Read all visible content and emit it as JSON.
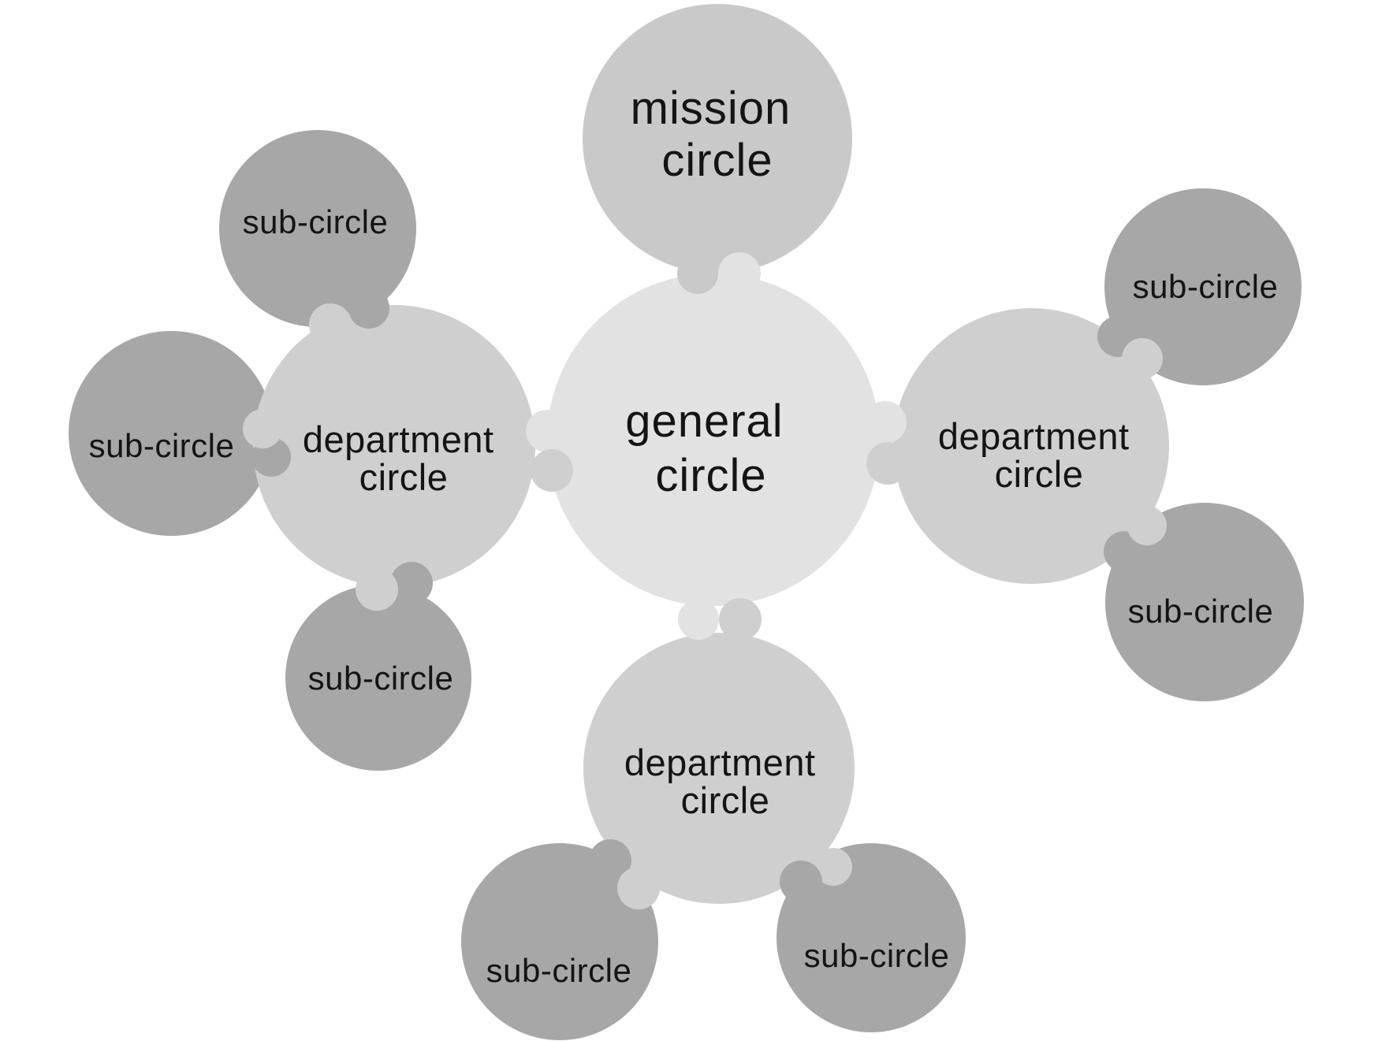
{
  "diagram": {
    "description_role": "organizational circle structure diagram",
    "colors": {
      "background": "#ffffff",
      "general": "#e2e2e2",
      "mission": "#c9c9c9",
      "department": "#cfcfcf",
      "sub": "#a7a7a7",
      "text": "#141414"
    },
    "nodes": {
      "general": {
        "line1": "general",
        "line2": "circle"
      },
      "mission": {
        "line1": "mission",
        "line2": "circle"
      },
      "department_left": {
        "line1": "department",
        "line2": "circle"
      },
      "department_right": {
        "line1": "department",
        "line2": "circle"
      },
      "department_bottom": {
        "line1": "department",
        "line2": "circle"
      },
      "sub_top_left": {
        "label": "sub-circle"
      },
      "sub_left": {
        "label": "sub-circle"
      },
      "sub_bottom_left": {
        "label": "sub-circle"
      },
      "sub_right_top": {
        "label": "sub-circle"
      },
      "sub_right_bottom": {
        "label": "sub-circle"
      },
      "sub_bottom_1": {
        "label": "sub-circle"
      },
      "sub_bottom_2": {
        "label": "sub-circle"
      }
    },
    "links": [
      {
        "from": "general",
        "to": "mission"
      },
      {
        "from": "general",
        "to": "department_left"
      },
      {
        "from": "general",
        "to": "department_right"
      },
      {
        "from": "general",
        "to": "department_bottom"
      },
      {
        "from": "department_left",
        "to": "sub_top_left"
      },
      {
        "from": "department_left",
        "to": "sub_left"
      },
      {
        "from": "department_left",
        "to": "sub_bottom_left"
      },
      {
        "from": "department_right",
        "to": "sub_right_top"
      },
      {
        "from": "department_right",
        "to": "sub_right_bottom"
      },
      {
        "from": "department_bottom",
        "to": "sub_bottom_1"
      },
      {
        "from": "department_bottom",
        "to": "sub_bottom_2"
      }
    ]
  }
}
